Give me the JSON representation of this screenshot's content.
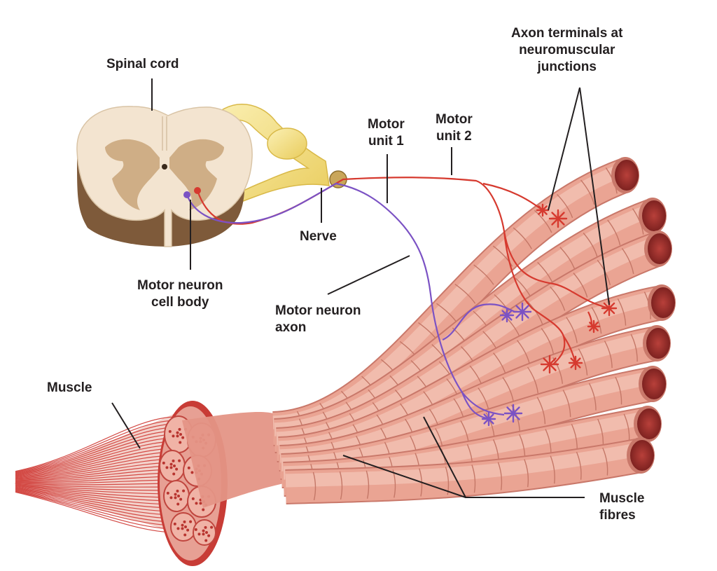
{
  "labels": {
    "spinal_cord": "Spinal cord",
    "nerve": "Nerve",
    "motor_unit_1": [
      "Motor",
      "unit 1"
    ],
    "motor_unit_2": [
      "Motor",
      "unit 2"
    ],
    "axon_terminals": [
      "Axon terminals at",
      "neuromuscular",
      "junctions"
    ],
    "motor_neuron_cell_body": [
      "Motor neuron",
      "cell body"
    ],
    "motor_neuron_axon": [
      "Motor neuron",
      "axon"
    ],
    "muscle": "Muscle",
    "muscle_fibres": [
      "Muscle",
      "fibres"
    ]
  },
  "colors": {
    "motor_unit_1": "#7b52c4",
    "motor_unit_2": "#d63a2f",
    "muscle_fibre": "#e9a89a",
    "fibre_end": "#a8322b",
    "nerve": "#f4e08a",
    "spinal_white_matter": "#f3e4d0",
    "spinal_grey_matter": "#cfae86",
    "leader_line": "#231f20"
  }
}
